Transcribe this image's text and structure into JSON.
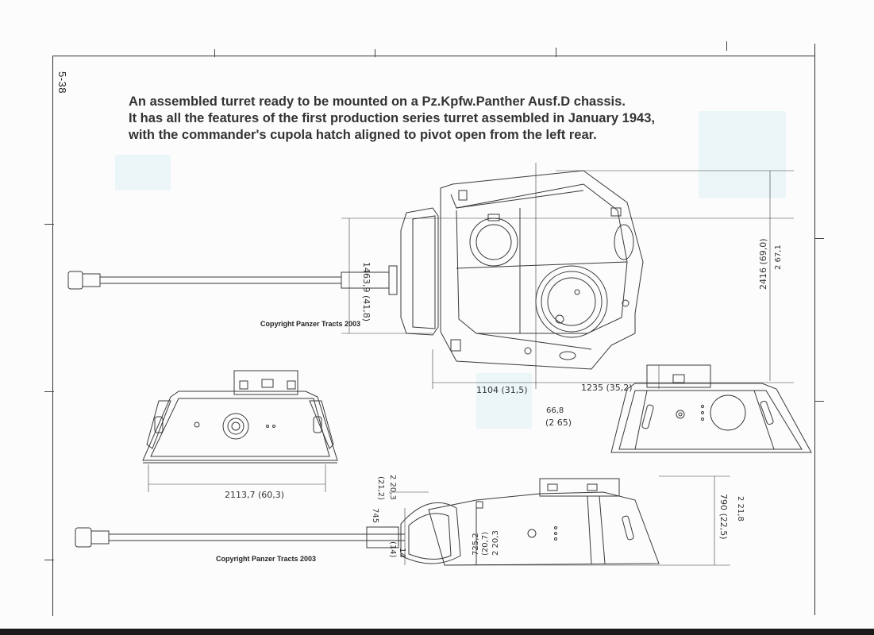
{
  "page": {
    "page_number": "5-38",
    "caption_lines": [
      "An assembled turret ready to be mounted on a Pz.Kpfw.Panther Ausf.D chassis.",
      "It has all the features of the first production series turret assembled in January 1943,",
      "with the commander's cupola hatch aligned to pivot open from the left rear."
    ],
    "copyright_top": "Copyright Panzer Tracts 2003",
    "copyright_bottom": "Copyright Panzer Tracts 2003"
  },
  "dimensions": {
    "top_view_height": "1463,9 (41,8)",
    "top_view_len1": "1104 (31,5)",
    "top_view_len2": "1235 (35,2)",
    "top_view_small": "66,8",
    "top_view_small2": "(2 65)",
    "right_height": "2416 (69,0)",
    "right_height2": "2 67,1",
    "front_width": "2113,7 (60,3)",
    "side_angle1": "(21,2)",
    "side_angle2": "2 20,3",
    "side_angle3": "745",
    "side_mid1": "725,2",
    "side_mid2": "(20,7)",
    "side_mid3": "2 20,3",
    "side_left1": "(14)",
    "side_left2": "14",
    "side_height": "790 (22,5)",
    "side_height2": "2 21,8"
  },
  "colors": {
    "line": "#3a3a3a",
    "bleed": "#d9eef1"
  }
}
